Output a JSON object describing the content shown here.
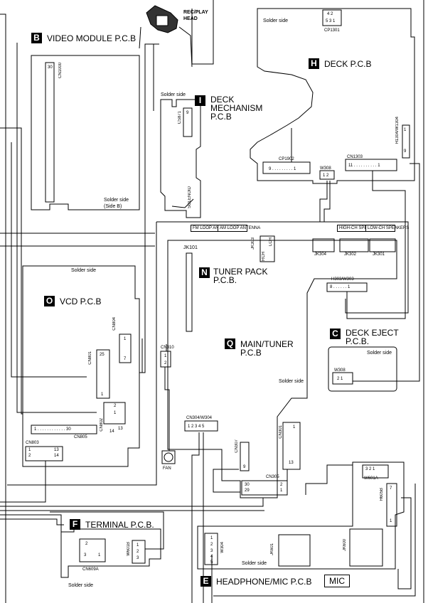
{
  "boards": {
    "video_module": {
      "letter": "B",
      "title": "VIDEO MODULE P.C.B",
      "connector": "CN1000",
      "pin": "30",
      "solder": "Solder side",
      "solder2": "(Side B)"
    },
    "deck": {
      "letter": "H",
      "title": "DECK P.C.B",
      "solder": "Solder side",
      "cp1301": "CP1301",
      "cp1301_pins_top": "4 2",
      "cp1301_pins_bot": "5 3 1",
      "h1304": "H1304/W1304",
      "h1304_top": "1",
      "h1304_bot": "9",
      "cn1303": "CN1303",
      "cn1303_pins": "11 . . . . . . . . . . 1",
      "w308": "W308",
      "w308_pins": "1 2",
      "cp1902": "CP1902",
      "cp1902_pins": "9 . . . . . . . . . 1"
    },
    "deck_mech": {
      "letter": "I",
      "title1": "DECK",
      "title2": "MECHANISM",
      "title3": "P.C.B",
      "solder": "Solder side",
      "cn": "CS871",
      "pin": "9",
      "solenoid": "SOLENOID"
    },
    "rec_play_head": {
      "line1": "REC/PLAY",
      "line2": "HEAD"
    },
    "tuner_pack": {
      "letter": "N",
      "title1": "TUNER PACK",
      "title2": "P.C.B."
    },
    "main_tuner": {
      "letter": "Q",
      "title1": "MAIN/TUNER",
      "title2": "P.C.B",
      "solder": "Solder side",
      "jk101": "JK101",
      "jk303": "JK303",
      "jk304": "JK304",
      "jk302": "JK302",
      "jk301": "JK301",
      "rch": "RCH",
      "lch": "LCH",
      "fm": "FM LOOP ANTENNA",
      "am": "AM LOOP ANTENNA",
      "high": "HIGH-CH SPEAKERS",
      "low": "LOW-CH SPEAKERS",
      "h303": "H303/W303",
      "h303_pins": "8 . . . . . . 1",
      "cn310": "CN310",
      "cn310_p1": "1",
      "cn310_p2": "2",
      "cn304": "CN304/W304",
      "cn304_pins": "1 2 3 4 5",
      "cn307": "CN307",
      "cn307_pin": "9",
      "cn301": "CN301",
      "cn301_top": "1",
      "cn301_bot": "13",
      "cn305": "CN305",
      "cn305_r1a": "30",
      "cn305_r1b": "2",
      "cn305_r2a": "29",
      "cn305_r2b": "1",
      "fan": "FAN"
    },
    "deck_eject": {
      "letter": "C",
      "title1": "DECK EJECT",
      "title2": "P.C.B.",
      "solder": "Solder side",
      "w308": "W308",
      "w308_pins": "2   1"
    },
    "vcd": {
      "letter": "O",
      "title": "VCD P.C.B",
      "solder": "Solder side",
      "cn801": "CN801",
      "cn801_top": "25",
      "cn801_bot": "1",
      "cn804": "CN804",
      "cn804_top": "1",
      "cn804_bot": "7",
      "cn802": "CN802",
      "cn802_p": "2",
      "cn802_p2": "1",
      "cn802_p3": "14",
      "cn802_p4": "13",
      "cn805": "CN805",
      "cn805_pins": "1 . . . . . . . . . . . . 30",
      "cn803": "CN803",
      "cn803_r1a": "1",
      "cn803_r1b": "13",
      "cn803_r2a": "2",
      "cn803_r2b": "14"
    },
    "terminal": {
      "letter": "F",
      "title": "TERMINAL P.C.B.",
      "solder": "Solder side",
      "cn609a": "CN609A",
      "p2": "2",
      "p3": "3",
      "p1": "1",
      "w601b": "W601B",
      "w601b_pins": [
        "1",
        "2",
        "3"
      ]
    },
    "headphone": {
      "letter": "E",
      "title": "HEADPHONE/MIC P.C.B",
      "solder": "Solder side",
      "mic": "MIC",
      "w304": "W304",
      "w304_pins": [
        "1",
        "2",
        "3",
        "4",
        "5"
      ],
      "jk601": "JK601",
      "jk600": "JK600",
      "w601a": "W601A",
      "w601a_pins": "3 2 1",
      "h605b": "H605B",
      "h605b_top": "7",
      "h605b_bot": "1"
    }
  }
}
